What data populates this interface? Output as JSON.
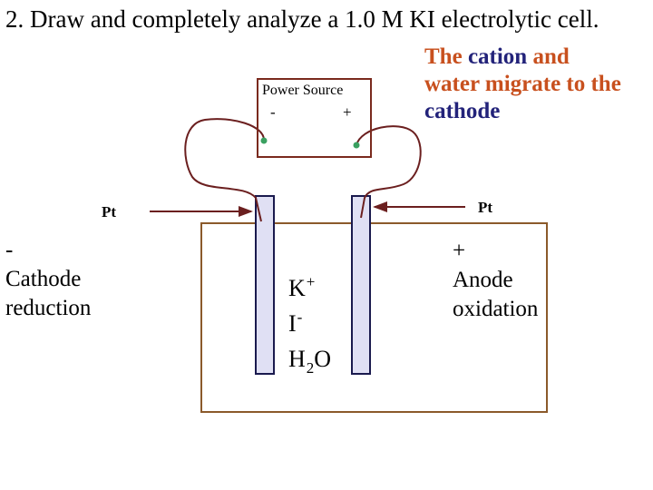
{
  "title": "2. Draw and completely analyze a 1.0 M KI electrolytic cell.",
  "note": {
    "w1": "The",
    "w2": "cation",
    "w3": "and",
    "line2": "water migrate to the",
    "line3": "cathode"
  },
  "power_source": {
    "label": "Power Source",
    "minus": "-",
    "plus": "+"
  },
  "left_electrode": {
    "label": "Pt",
    "sign": "-",
    "name": "Cathode",
    "process": "reduction"
  },
  "right_electrode": {
    "label": "Pt",
    "sign": "+",
    "name": "Anode",
    "process": "oxidation"
  },
  "solution": {
    "ion1": "K",
    "ion1_charge": "+",
    "ion2": "I",
    "ion2_charge": "-",
    "water_h": "H",
    "water_sub": "2",
    "water_o": "O"
  },
  "colors": {
    "wire": "#6b1f1f",
    "beaker": "#8b5a2b",
    "electrode_fill": "#e0e0f4",
    "electrode_border": "#1a1a4e",
    "note_orange": "#c8501e",
    "note_blue": "#23237a",
    "terminal": "#3aa060"
  }
}
